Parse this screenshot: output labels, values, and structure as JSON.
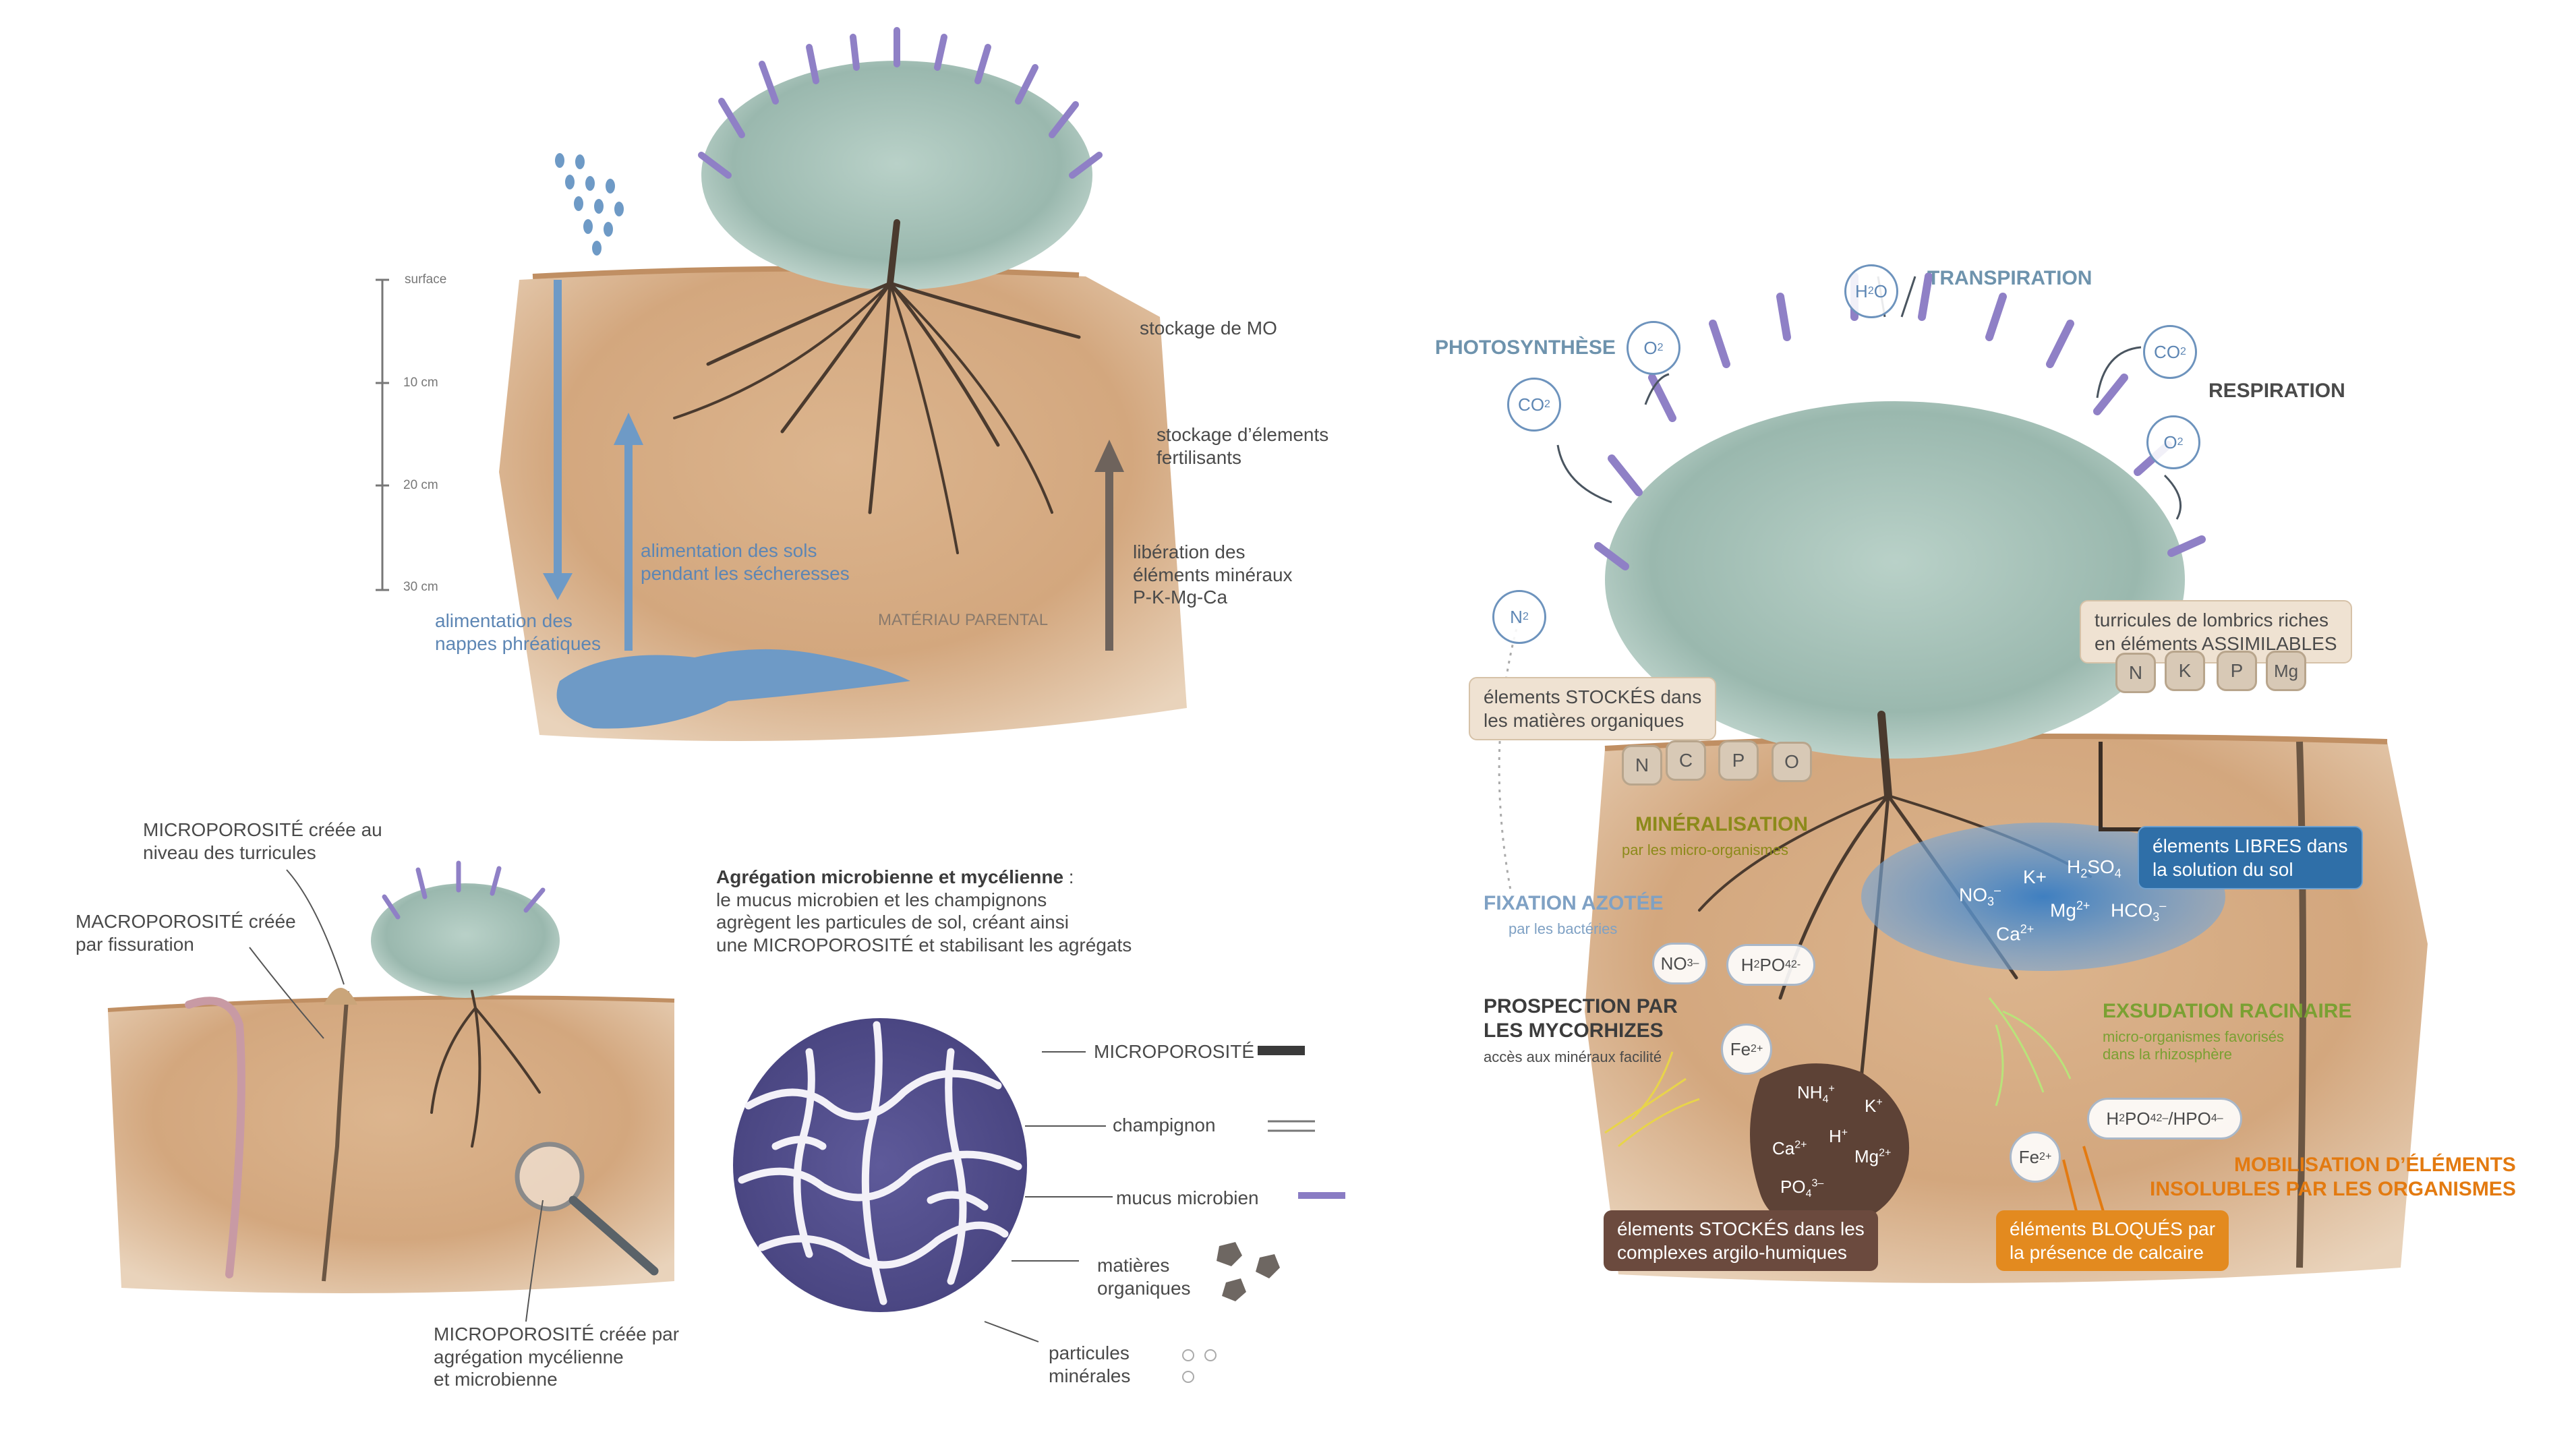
{
  "colors": {
    "soil": "#d3a77e",
    "water": "#6e9ac6",
    "sage": "#9ab8ae",
    "lavender": "#9a86cc",
    "root": "#4a3a2e",
    "text_blue": "#5d86b4",
    "box_blue": "#2f6fa8",
    "box_brown": "#6b4a3e",
    "box_orange": "#e38a1f",
    "text_orange": "#e37a10",
    "text_olive": "#8c8a1a",
    "text_green": "#7aa032"
  },
  "panel1": {
    "scale": [
      "surface",
      "10 cm",
      "20 cm",
      "30 cm"
    ],
    "labels": {
      "stockage_mo": "stockage de MO",
      "stockage_elements": [
        "stockage d’élements",
        "fertilisants"
      ],
      "liberation": [
        "libération des",
        "éléments minéraux",
        "P-K-Mg-Ca"
      ],
      "alimentation_sols": [
        "alimentation des sols",
        "pendant les sécheresses"
      ],
      "alimentation_nappes": [
        "alimentation des",
        "nappes phréatiques"
      ],
      "materiau": "MATÉRIAU PARENTAL"
    }
  },
  "panel2": {
    "micro_turricules": [
      "MICROPOROSITÉ créée au",
      "niveau des turricules"
    ],
    "macro": [
      "MACROPOROSITÉ créée",
      "par fissuration"
    ],
    "micro_agregation": [
      "MICROPOROSITÉ créée par",
      "agrégation mycélienne",
      "et microbienne"
    ]
  },
  "panel3": {
    "title": "Agrégation microbienne et mycélienne",
    "title_suffix": " :",
    "desc": [
      "le mucus microbien et les champignons",
      "agrègent les particules de sol, créant ainsi",
      "une MICROPOROSITÉ et stabilisant les agrégats"
    ],
    "legend": {
      "microporosite": "MICROPOROSITÉ",
      "champignon": "champignon",
      "mucus": "mucus microbien",
      "matieres": [
        "matières",
        "organiques"
      ],
      "particules": [
        "particules",
        "minérales"
      ]
    }
  },
  "panel4": {
    "photosynthese": "PHOTOSYNTHÈSE",
    "transpiration": "TRANSPIRATION",
    "respiration": "RESPIRATION",
    "gases": {
      "co2_left": "CO",
      "o2_left": "O",
      "h2o": "H",
      "h2o_tail": "O",
      "co2_right": "CO",
      "o2_right": "O",
      "n2": "N",
      "sub2": "2"
    },
    "stockes_mo": [
      "élements STOCKÉS dans",
      "les matières organiques"
    ],
    "npco": [
      "N",
      "C",
      "P",
      "O"
    ],
    "turricules": [
      "turricules de lombrics riches",
      "en éléments  ASSIMILABLES"
    ],
    "nkpmg": [
      "N",
      "K",
      "P",
      "Mg"
    ],
    "mineralisation": "MINÉRALISATION",
    "mineralisation_sub": "par les micro-organismes",
    "fixation": "FIXATION AZOTÉE",
    "fixation_sub": "par les bactéries",
    "libres": [
      "élements LIBRES dans",
      "la solution du sol"
    ],
    "ions_blue": {
      "k": "K+",
      "h2so4": [
        "H",
        "2",
        "SO",
        "4"
      ],
      "no3": [
        "NO",
        "3",
        "–"
      ],
      "mg": [
        "Mg",
        "2+"
      ],
      "hco3": [
        "HCO",
        "3",
        "–"
      ],
      "ca": [
        "Ca",
        "2+"
      ]
    },
    "no3_oval": [
      "NO",
      "3",
      "–"
    ],
    "h2po4_oval": [
      "H",
      "2",
      "PO",
      "4",
      "2-"
    ],
    "prospection": [
      "PROSPECTION PAR",
      "LES MYCORHIZES"
    ],
    "prospection_sub": "accès aux minéraux facilité",
    "fe_left": [
      "Fe",
      "2+"
    ],
    "rock_ions": {
      "nh4": [
        "NH",
        "4",
        "+"
      ],
      "k": [
        "K",
        "+"
      ],
      "ca": [
        "Ca",
        "2+"
      ],
      "h": [
        "H",
        "+"
      ],
      "mg": [
        "Mg",
        "2+"
      ],
      "po4": [
        "PO",
        "4",
        "3–"
      ]
    },
    "exsudation": "EXSUDATION  RACINAIRE",
    "exsudation_sub": [
      "micro-organismes favorisés",
      "dans la rhizosphère"
    ],
    "h2po4_hpo4": [
      "H",
      "2",
      "PO",
      "4",
      "2–",
      "/HPO",
      "4",
      "–"
    ],
    "fe_right": [
      "Fe",
      "2+"
    ],
    "mobilisation": [
      "MOBILISATION D’ÉLÉMENTS",
      "INSOLUBLES PAR LES ORGANISMES"
    ],
    "stockes_complexes": [
      "élements STOCKÉS dans  les",
      "complexes argilo-humiques"
    ],
    "bloques": [
      "éléments BLOQUÉS par",
      "la présence de calcaire"
    ]
  }
}
